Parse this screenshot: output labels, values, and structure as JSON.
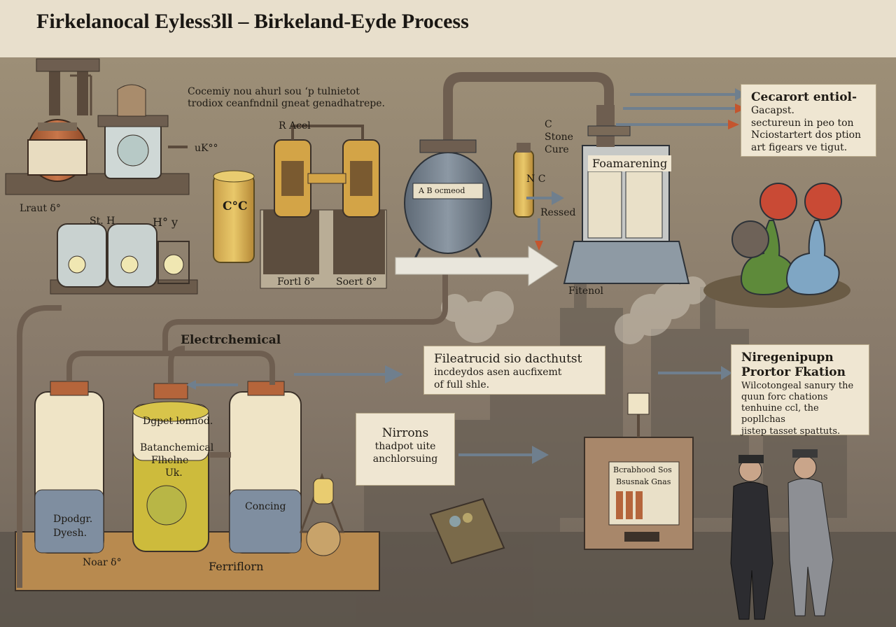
{
  "page": {
    "title": "Firkelanocal Eyless3ll  –  Birkeland-Eyde Process"
  },
  "intro_note": {
    "line1": "Cocemiy nou ahurl sou ‘p tulnietot",
    "line2": "trodiox ceanfndnil gneat genadhatrepe."
  },
  "labels": {
    "lraut": "Lraut δ°",
    "uk": "uK°°",
    "sh": "St. H",
    "hoy": "H° y",
    "c_drum": "C°C",
    "r_acel": "R Acel",
    "fortl": "Fortl δ°",
    "soert": "Soert δ°",
    "reactor_plate": "A B ocmeod",
    "c_stone": "C",
    "stone": "Stone",
    "cure": "Cure",
    "n_c": "N C",
    "ressed": "Ressed",
    "fitenol": "Fitenol",
    "electrochemical": "Electrchemical",
    "ferriflorn": "Ferriflorn",
    "noar": "Noar δ°",
    "dgpet": "Dgpet lonnod.",
    "batanchemical": "Batanchemical",
    "flhelne": "Flhelne",
    "uk2": "Uk.",
    "dpodgr": "Dpodgr.",
    "dyesh": "Dyesh.",
    "concing": "Concing",
    "foamarening": "Foamarening",
    "control_panel_title": "Bcrabhood Sos",
    "control_panel_sub": "Bsusnak Gnas"
  },
  "panels": {
    "top_right": {
      "title": "Cecarort entiol-",
      "subtitle": "Gacapst.",
      "body": [
        "sectureun in peo ton",
        "Nciostartert dos ption",
        "art figears ve tigut."
      ]
    },
    "middle_center": {
      "title": "Fileatrucid sio dacthutst",
      "body": [
        "incdeydos asen aucfixemt",
        "of full shle."
      ]
    },
    "nirons": {
      "title": "Nirrons",
      "body": [
        "thadpot uite",
        "anchlorsuing"
      ]
    },
    "lower_right": {
      "title": "Niregenipupn",
      "subtitle": "Prortor Fkation",
      "body": [
        "Wilcotongeal sanury the",
        "quun forc chations",
        "tenhuine ccl, the popllchas",
        "jistep tasset spattuts."
      ]
    }
  },
  "colors": {
    "parchment": "#e8dfcc",
    "factory_bg": "#8c7f6a",
    "pipe": "#6e5e50",
    "tank_cream": "#efe4c6",
    "tank_blue": "#7f8ea0",
    "copper": "#b5653b",
    "green_flask": "#5e8a3a",
    "blue_flask": "#7fa6c4",
    "red_orb": "#c94a35",
    "acid_yellow": "#cdbb3c",
    "arrow": "#6f7f8e"
  }
}
